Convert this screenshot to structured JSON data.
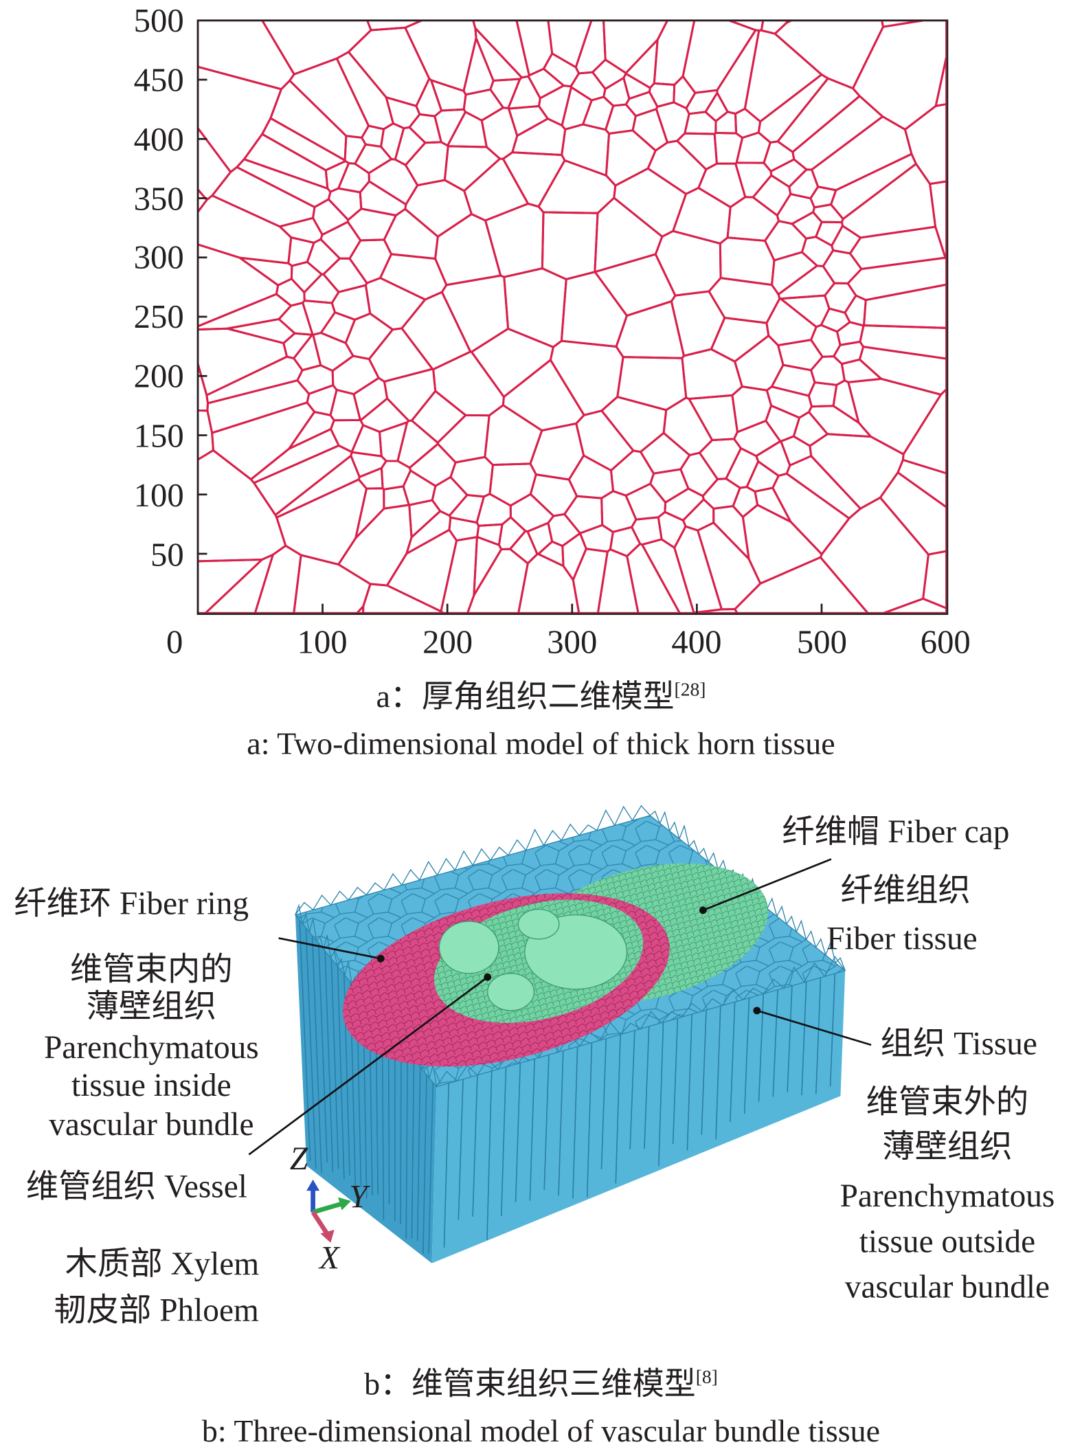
{
  "chart_data": {
    "type": "diagram",
    "title": "Two-dimensional Voronoi model of collenchyma tissue",
    "xlim": [
      0,
      600
    ],
    "ylim": [
      0,
      500
    ],
    "x_ticks": [
      "0",
      "100",
      "200",
      "300",
      "400",
      "500",
      "600"
    ],
    "y_ticks": [
      "500",
      "450",
      "400",
      "350",
      "300",
      "250",
      "200",
      "150",
      "100",
      "50"
    ],
    "grid": false,
    "line_color": "#d8204a"
  },
  "panel_a": {
    "caption_cn": "a：厚角组织二维模型",
    "caption_cn_ref": "[28]",
    "caption_en": "a: Two-dimensional model of thick horn tissue"
  },
  "panel_b": {
    "labels": {
      "fiber_cap": "纤维帽 Fiber cap",
      "fiber_tissue_cn": "纤维组织",
      "fiber_tissue_en": "Fiber tissue",
      "fiber_ring": "纤维环 Fiber ring",
      "paren_in_cn1": "维管束内的",
      "paren_in_cn2": "薄壁组织",
      "paren_in_en1": "Parenchymatous",
      "paren_in_en2": "tissue inside",
      "paren_in_en3": "vascular bundle",
      "vessel": "维管组织 Vessel",
      "xylem": "木质部 Xylem",
      "phloem": "韧皮部 Phloem",
      "tissue": "组织 Tissue",
      "paren_out_cn1": "维管束外的",
      "paren_out_cn2": "薄壁组织",
      "paren_out_en1": "Parenchymatous",
      "paren_out_en2": "tissue outside",
      "paren_out_en3": "vascular bundle"
    },
    "axes": {
      "z": "Z",
      "y": "Y",
      "x": "X"
    },
    "colors": {
      "tissue": "#4fb3d6",
      "fiber_ring": "#d94b86",
      "fiber": "#74d3a3"
    },
    "caption_cn": "b：维管束组织三维模型",
    "caption_cn_ref": "[8]",
    "caption_en": "b: Three-dimensional model of vascular bundle tissue"
  }
}
